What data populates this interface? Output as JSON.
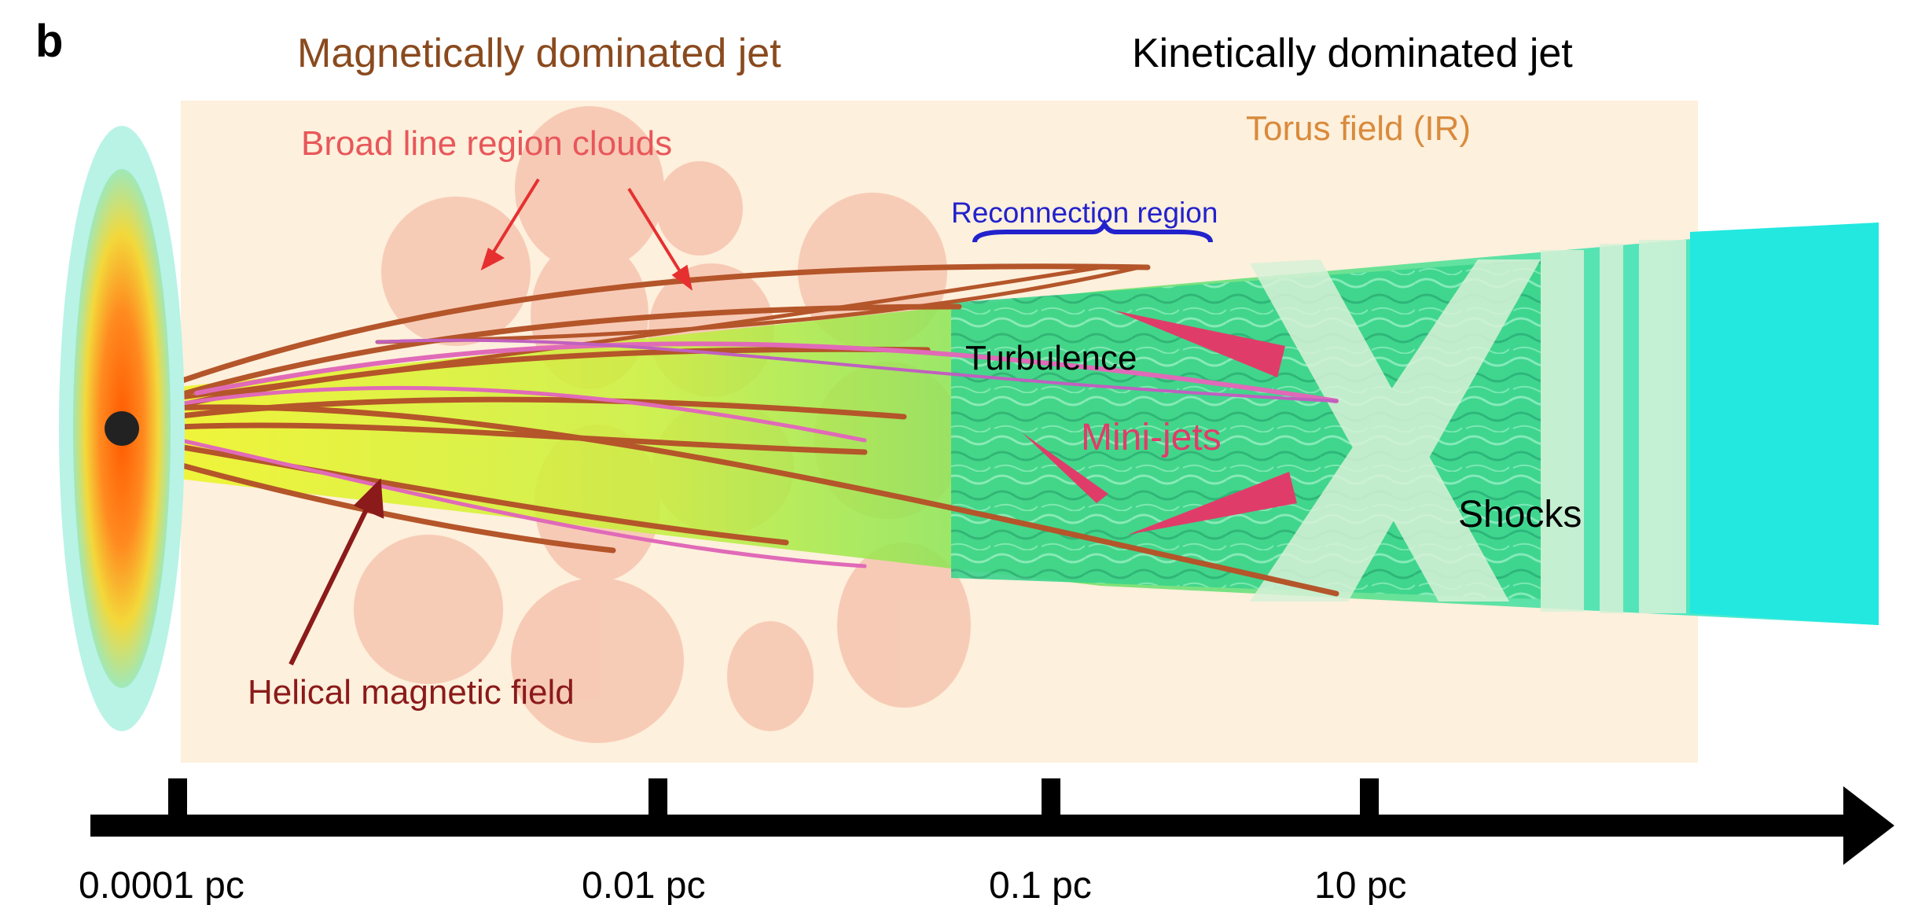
{
  "panel_label": "b",
  "headers": {
    "magnetic": "Magnetically dominated jet",
    "kinetic": "Kinetically dominated jet"
  },
  "labels": {
    "torus": "Torus field (IR)",
    "blr": "Broad line region clouds",
    "reconnection": "Reconnection region",
    "turbulence": "Turbulence",
    "minijets": "Mini-jets",
    "shocks": "Shocks",
    "helical": "Helical magnetic field"
  },
  "axis": {
    "ticks": [
      "0.0001 pc",
      "0.01 pc",
      "0.1 pc",
      "10 pc"
    ]
  },
  "colors": {
    "header_magnetic": "#8a4a1e",
    "torus": "#d98a3c",
    "blr_label": "#e8575a",
    "reconnection": "#2222cc",
    "minijet": "#e03c6a",
    "helical_label": "#8b1a1a",
    "background_region": "#fdf0dc",
    "cloud": "#f7c9b4",
    "jet_end": "#22e8e0"
  }
}
